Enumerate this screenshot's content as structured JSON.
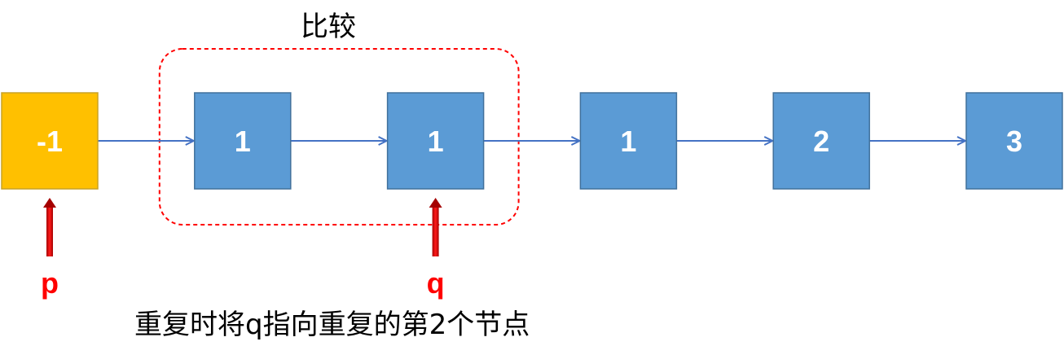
{
  "title": "比较",
  "caption": "重复时将q指向重复的第2个节点",
  "colors": {
    "head_fill": "#FFC000",
    "head_border": "#C9A227",
    "node_fill": "#5B9BD5",
    "node_border": "#41719C",
    "edge": "#4472C4",
    "pointer": "#FF0000",
    "pointer_arrow_dark": "#A50000",
    "highlight_dash": "#FF0000"
  },
  "nodes": [
    {
      "value": "-1",
      "kind": "head"
    },
    {
      "value": "1",
      "kind": "normal"
    },
    {
      "value": "1",
      "kind": "normal"
    },
    {
      "value": "1",
      "kind": "normal"
    },
    {
      "value": "2",
      "kind": "normal"
    },
    {
      "value": "3",
      "kind": "normal"
    }
  ],
  "edges": [
    {
      "from": 0,
      "to": 1
    },
    {
      "from": 1,
      "to": 2
    },
    {
      "from": 2,
      "to": 3
    },
    {
      "from": 3,
      "to": 4
    },
    {
      "from": 4,
      "to": 5
    }
  ],
  "pointers": [
    {
      "label": "p",
      "target": 0
    },
    {
      "label": "q",
      "target": 2
    }
  ],
  "highlight": {
    "from_node": 1,
    "to_node": 2,
    "style": "dashed-rounded"
  }
}
